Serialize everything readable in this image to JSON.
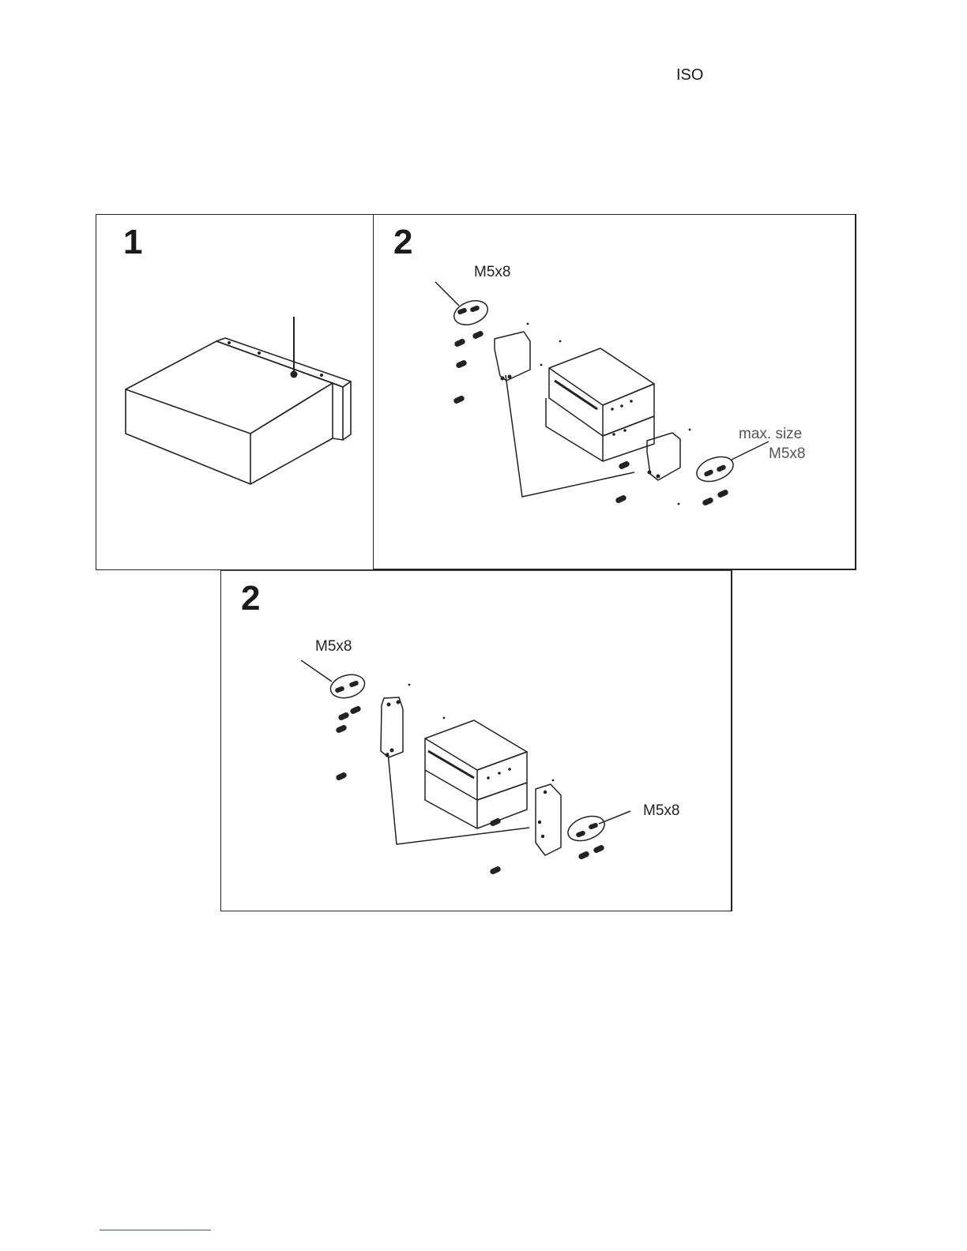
{
  "header": {
    "standard_label": "ISO"
  },
  "panels": [
    {
      "step": "1"
    },
    {
      "step": "2",
      "labels": {
        "top_screw": "M5x8",
        "max_size": "max. size",
        "max_size_value": "M5x8"
      }
    },
    {
      "step": "2",
      "labels": {
        "top_screw": "M5x8",
        "side_screw": "M5x8"
      }
    }
  ],
  "icons": [
    "radio-unit-illustration",
    "mounting-bracket-illustration",
    "screw-icon"
  ],
  "colors": {
    "line": "#222222",
    "footer_rule": "#3a55b0"
  }
}
